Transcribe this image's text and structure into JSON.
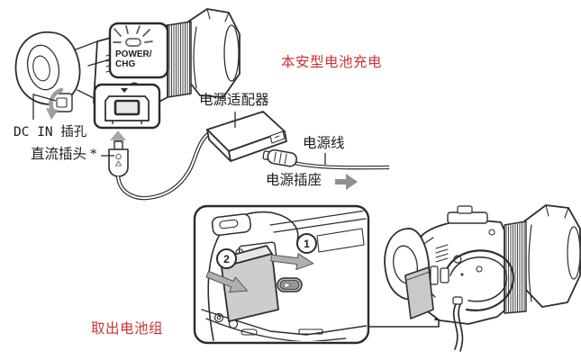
{
  "titles": {
    "charge": "本安型电池充电",
    "remove": "取出电池组"
  },
  "labels": {
    "dc_in_jack": "DC IN 插孔",
    "dc_plug": "直流插头 *",
    "ac_adapter": "电源适配器",
    "power_cord": "电源线",
    "wall_outlet": "电源插座"
  },
  "indicator": {
    "label": "POWER/\nCHG"
  },
  "steps": {
    "one": "1",
    "two": "2"
  },
  "icons": {
    "wall_outlet_arrow": "right-arrow",
    "dc_plug_arrow": "up-arrow",
    "dc_flap_arrow": "curved-down-arrow",
    "step1_arrow": "right-arrow",
    "step2_arrow": "down-right-arrow",
    "battery_pointer": "up-arrow-line"
  },
  "colors": {
    "line": "#2e2e2e",
    "accent_red": "#cc3333",
    "arrow_gray": "#a8a8a8",
    "battery_gray": "#cdcdcd"
  }
}
